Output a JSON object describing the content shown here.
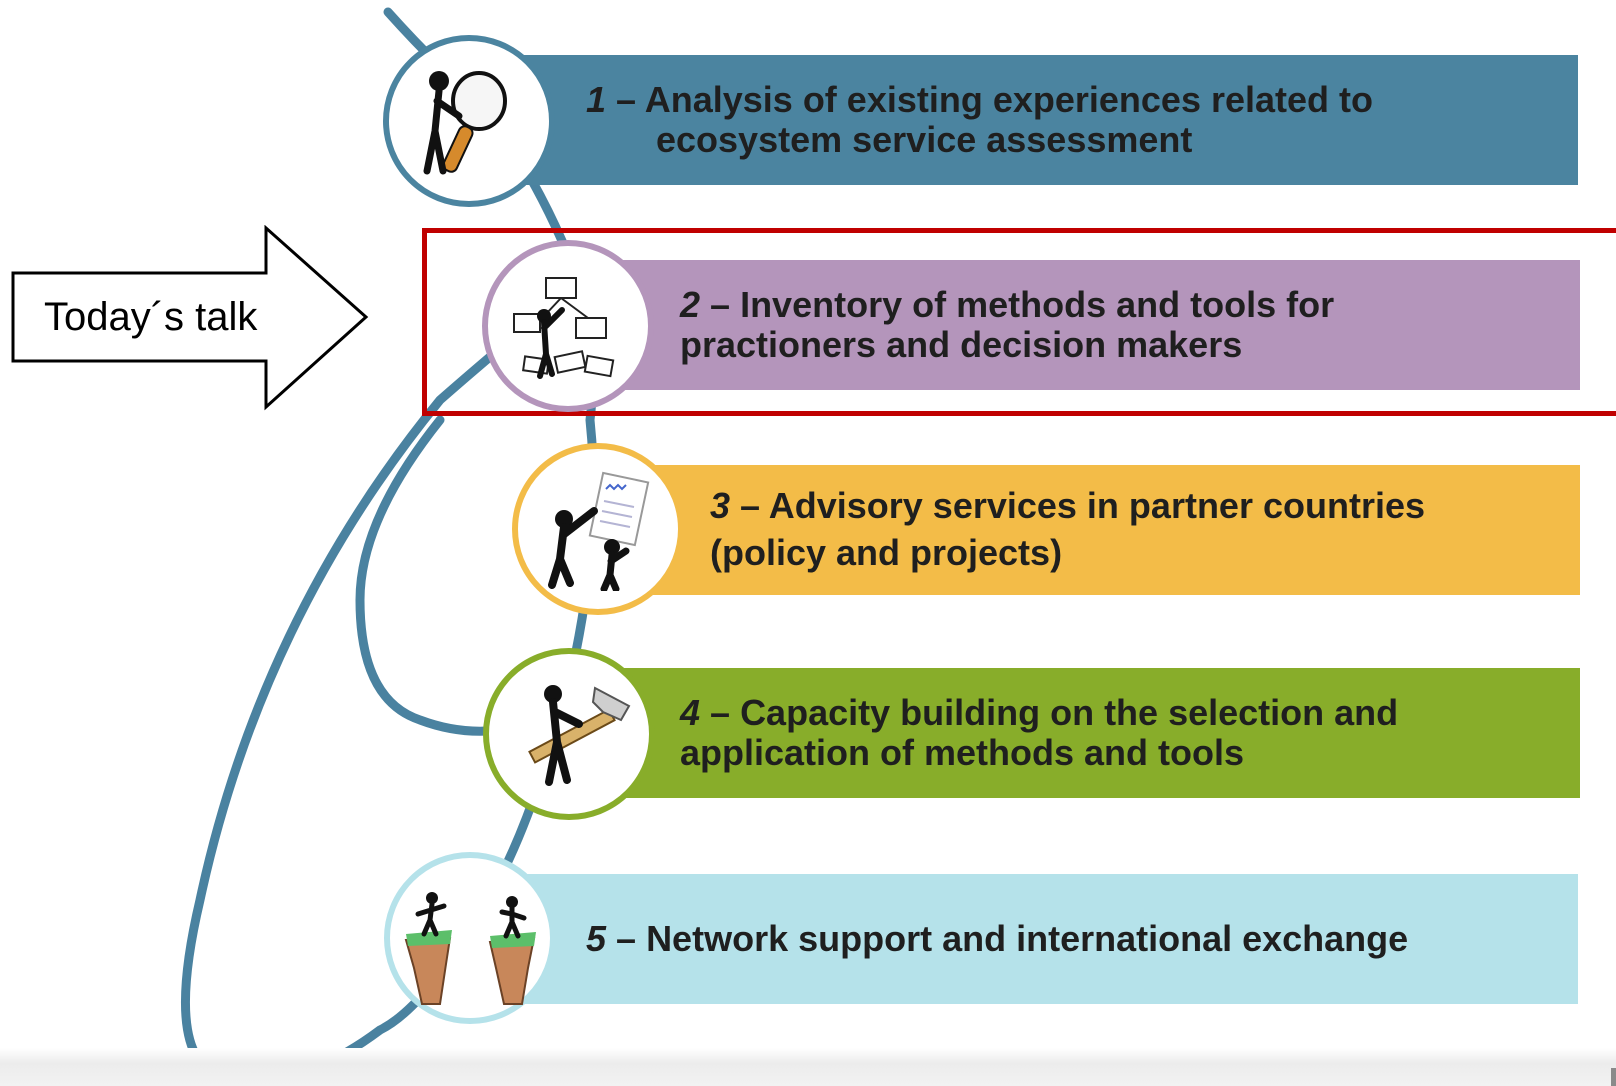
{
  "arrow": {
    "label": "Today´s talk"
  },
  "colors": {
    "line": "#4a82a0",
    "highlight": "#c00000",
    "bar1": "#4b84a0",
    "bar2": "#b495bb",
    "bar3": "#f3bc48",
    "bar4": "#88ad2a",
    "bar5": "#b5e2ea"
  },
  "steps": [
    {
      "num": "1",
      "sep": " – ",
      "text_line1": "Analysis of existing experiences related to",
      "text_line2": "ecosystem service assessment",
      "icon": "magnifier-person-icon"
    },
    {
      "num": "2",
      "sep": " – ",
      "text_line1": "Inventory of methods and tools for",
      "text_line2": "practioners and decision makers",
      "icon": "mindmap-person-icon"
    },
    {
      "num": "3",
      "sep": " – ",
      "text_line1": "Advisory services in partner countries",
      "text_line2": "(policy and projects)",
      "icon": "flipchart-people-icon"
    },
    {
      "num": "4",
      "sep": " – ",
      "text_line1": "Capacity building on the selection and",
      "text_line2": "application of methods and tools",
      "icon": "hammer-person-icon"
    },
    {
      "num": "5",
      "sep": " – ",
      "text_line1": "Network support and international exchange",
      "text_line2": "",
      "icon": "cliffs-people-icon"
    }
  ]
}
